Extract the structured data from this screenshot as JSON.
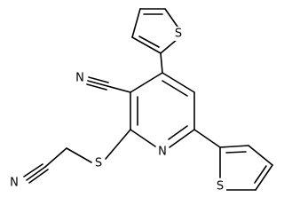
{
  "molecule": {
    "atoms": [
      {
        "id": "n_ring",
        "label": "N"
      },
      {
        "id": "n_nitrile_left",
        "label": "N"
      },
      {
        "id": "n_nitrile_top",
        "label": "N"
      },
      {
        "id": "s_thioether",
        "label": "S"
      },
      {
        "id": "s_thiophene_top",
        "label": "S"
      },
      {
        "id": "s_thiophene_right",
        "label": "S"
      }
    ]
  },
  "colors": {
    "bond": "#000000",
    "background": "#ffffff"
  }
}
